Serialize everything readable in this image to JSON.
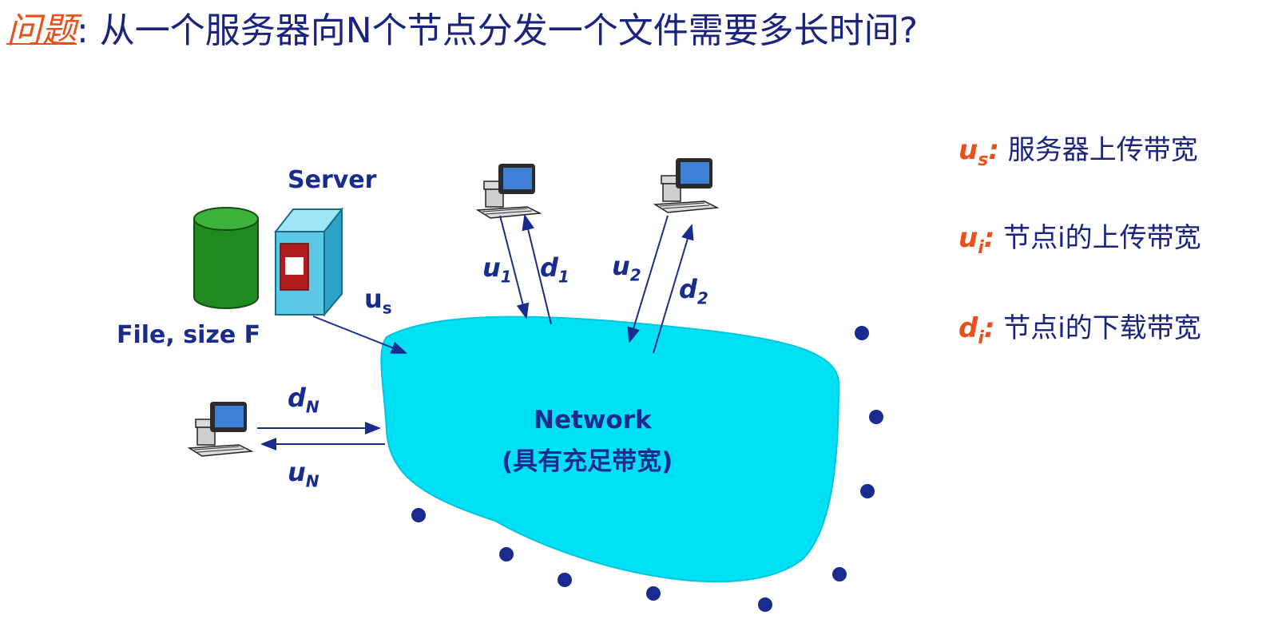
{
  "title": {
    "question": "问题",
    "text": ": 从一个服务器向N个节点分发一个文件需要多长时间?"
  },
  "legend": [
    {
      "sym": "u",
      "sub": "s",
      "colon": ":",
      "text": " 服务器上传带宽"
    },
    {
      "sym": "u",
      "sub": "i",
      "colon": ":",
      "text": " 节点i的上传带宽"
    },
    {
      "sym": "d",
      "sub": "i",
      "colon": ":",
      "text": " 节点i的下载带宽"
    }
  ],
  "diagram": {
    "server_label": "Server",
    "file_label": "File, size F",
    "network_label": "Network",
    "network_sub": "(具有充足带宽)",
    "links": {
      "us": {
        "main": "u",
        "sub": "s"
      },
      "u1": {
        "main": "u",
        "sub": "1"
      },
      "d1": {
        "main": "d",
        "sub": "1"
      },
      "u2": {
        "main": "u",
        "sub": "2"
      },
      "d2": {
        "main": "d",
        "sub": "2"
      },
      "dN": {
        "main": "d",
        "sub": "N"
      },
      "uN": {
        "main": "u",
        "sub": "N"
      }
    }
  },
  "colors": {
    "title": "#1a237e",
    "accent": "#e8501c",
    "network_fill": "#00e0f4",
    "database": "#1f8a1f",
    "server": "#5ac8e6",
    "dots": "#1a2b8f"
  }
}
